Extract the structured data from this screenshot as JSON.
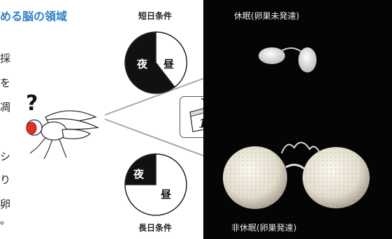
{
  "heading": "める脳の領域",
  "side_chars": [
    "採",
    "を",
    "凋",
    "シ",
    "り",
    "卵",
    "。"
  ],
  "question_mark": "?",
  "short_day": {
    "caption": "短日条件",
    "night_label": "夜",
    "day_label": "昼"
  },
  "long_day": {
    "caption": "長日条件",
    "night_label": "夜",
    "day_label": "昼"
  },
  "calendar_day": "1",
  "photo": {
    "top_label": "休眠(卵巣未発達)",
    "bottom_label": "非休眠(卵巣発達)"
  },
  "colors": {
    "heading": "#2f7fc7",
    "fly_eye": "#e0302a",
    "night": "#111111",
    "photo_bg": "#050505"
  }
}
